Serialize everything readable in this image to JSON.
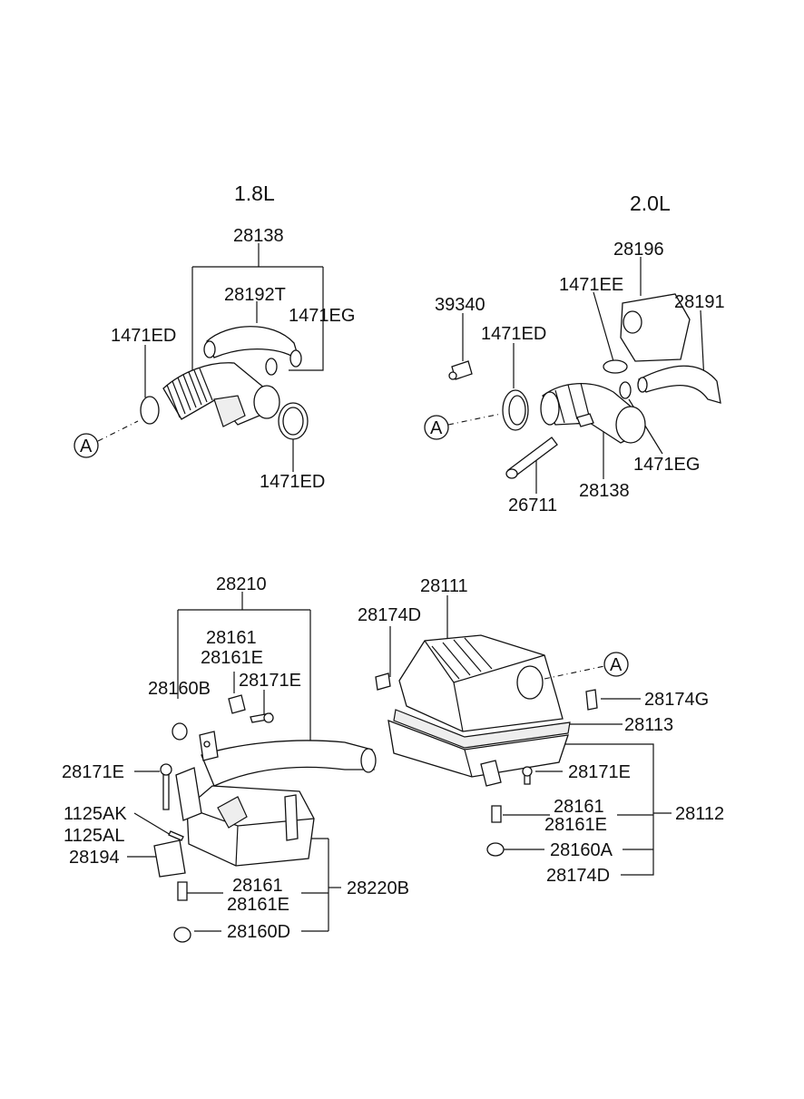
{
  "sections": {
    "left_engine": "1.8L",
    "right_engine": "2.0L"
  },
  "ref_marker": "A",
  "labels": {
    "l_28138": "28138",
    "l_28192T": "28192T",
    "l_1471EG_a": "1471EG",
    "l_1471ED_a": "1471ED",
    "l_1471ED_b": "1471ED",
    "r_39340": "39340",
    "r_1471EE": "1471EE",
    "r_28196": "28196",
    "r_28191": "28191",
    "r_1471ED": "1471ED",
    "r_1471EG": "1471EG",
    "r_28138": "28138",
    "r_26711": "26711",
    "b_28210": "28210",
    "b_28161_a": "28161",
    "b_28161E_a": "28161E",
    "b_28160B": "28160B",
    "b_28171E_a": "28171E",
    "b_28171E_b": "28171E",
    "b_1125AK": "1125AK",
    "b_1125AL": "1125AL",
    "b_28194": "28194",
    "b_28161_b": "28161",
    "b_28161E_b": "28161E",
    "b_28160D": "28160D",
    "b_28220B": "28220B",
    "c_28111": "28111",
    "c_28174D_a": "28174D",
    "c_28174G": "28174G",
    "c_28113": "28113",
    "c_28171E": "28171E",
    "c_28161": "28161",
    "c_28161E": "28161E",
    "c_28112": "28112",
    "c_28160A": "28160A",
    "c_28174D_b": "28174D"
  }
}
